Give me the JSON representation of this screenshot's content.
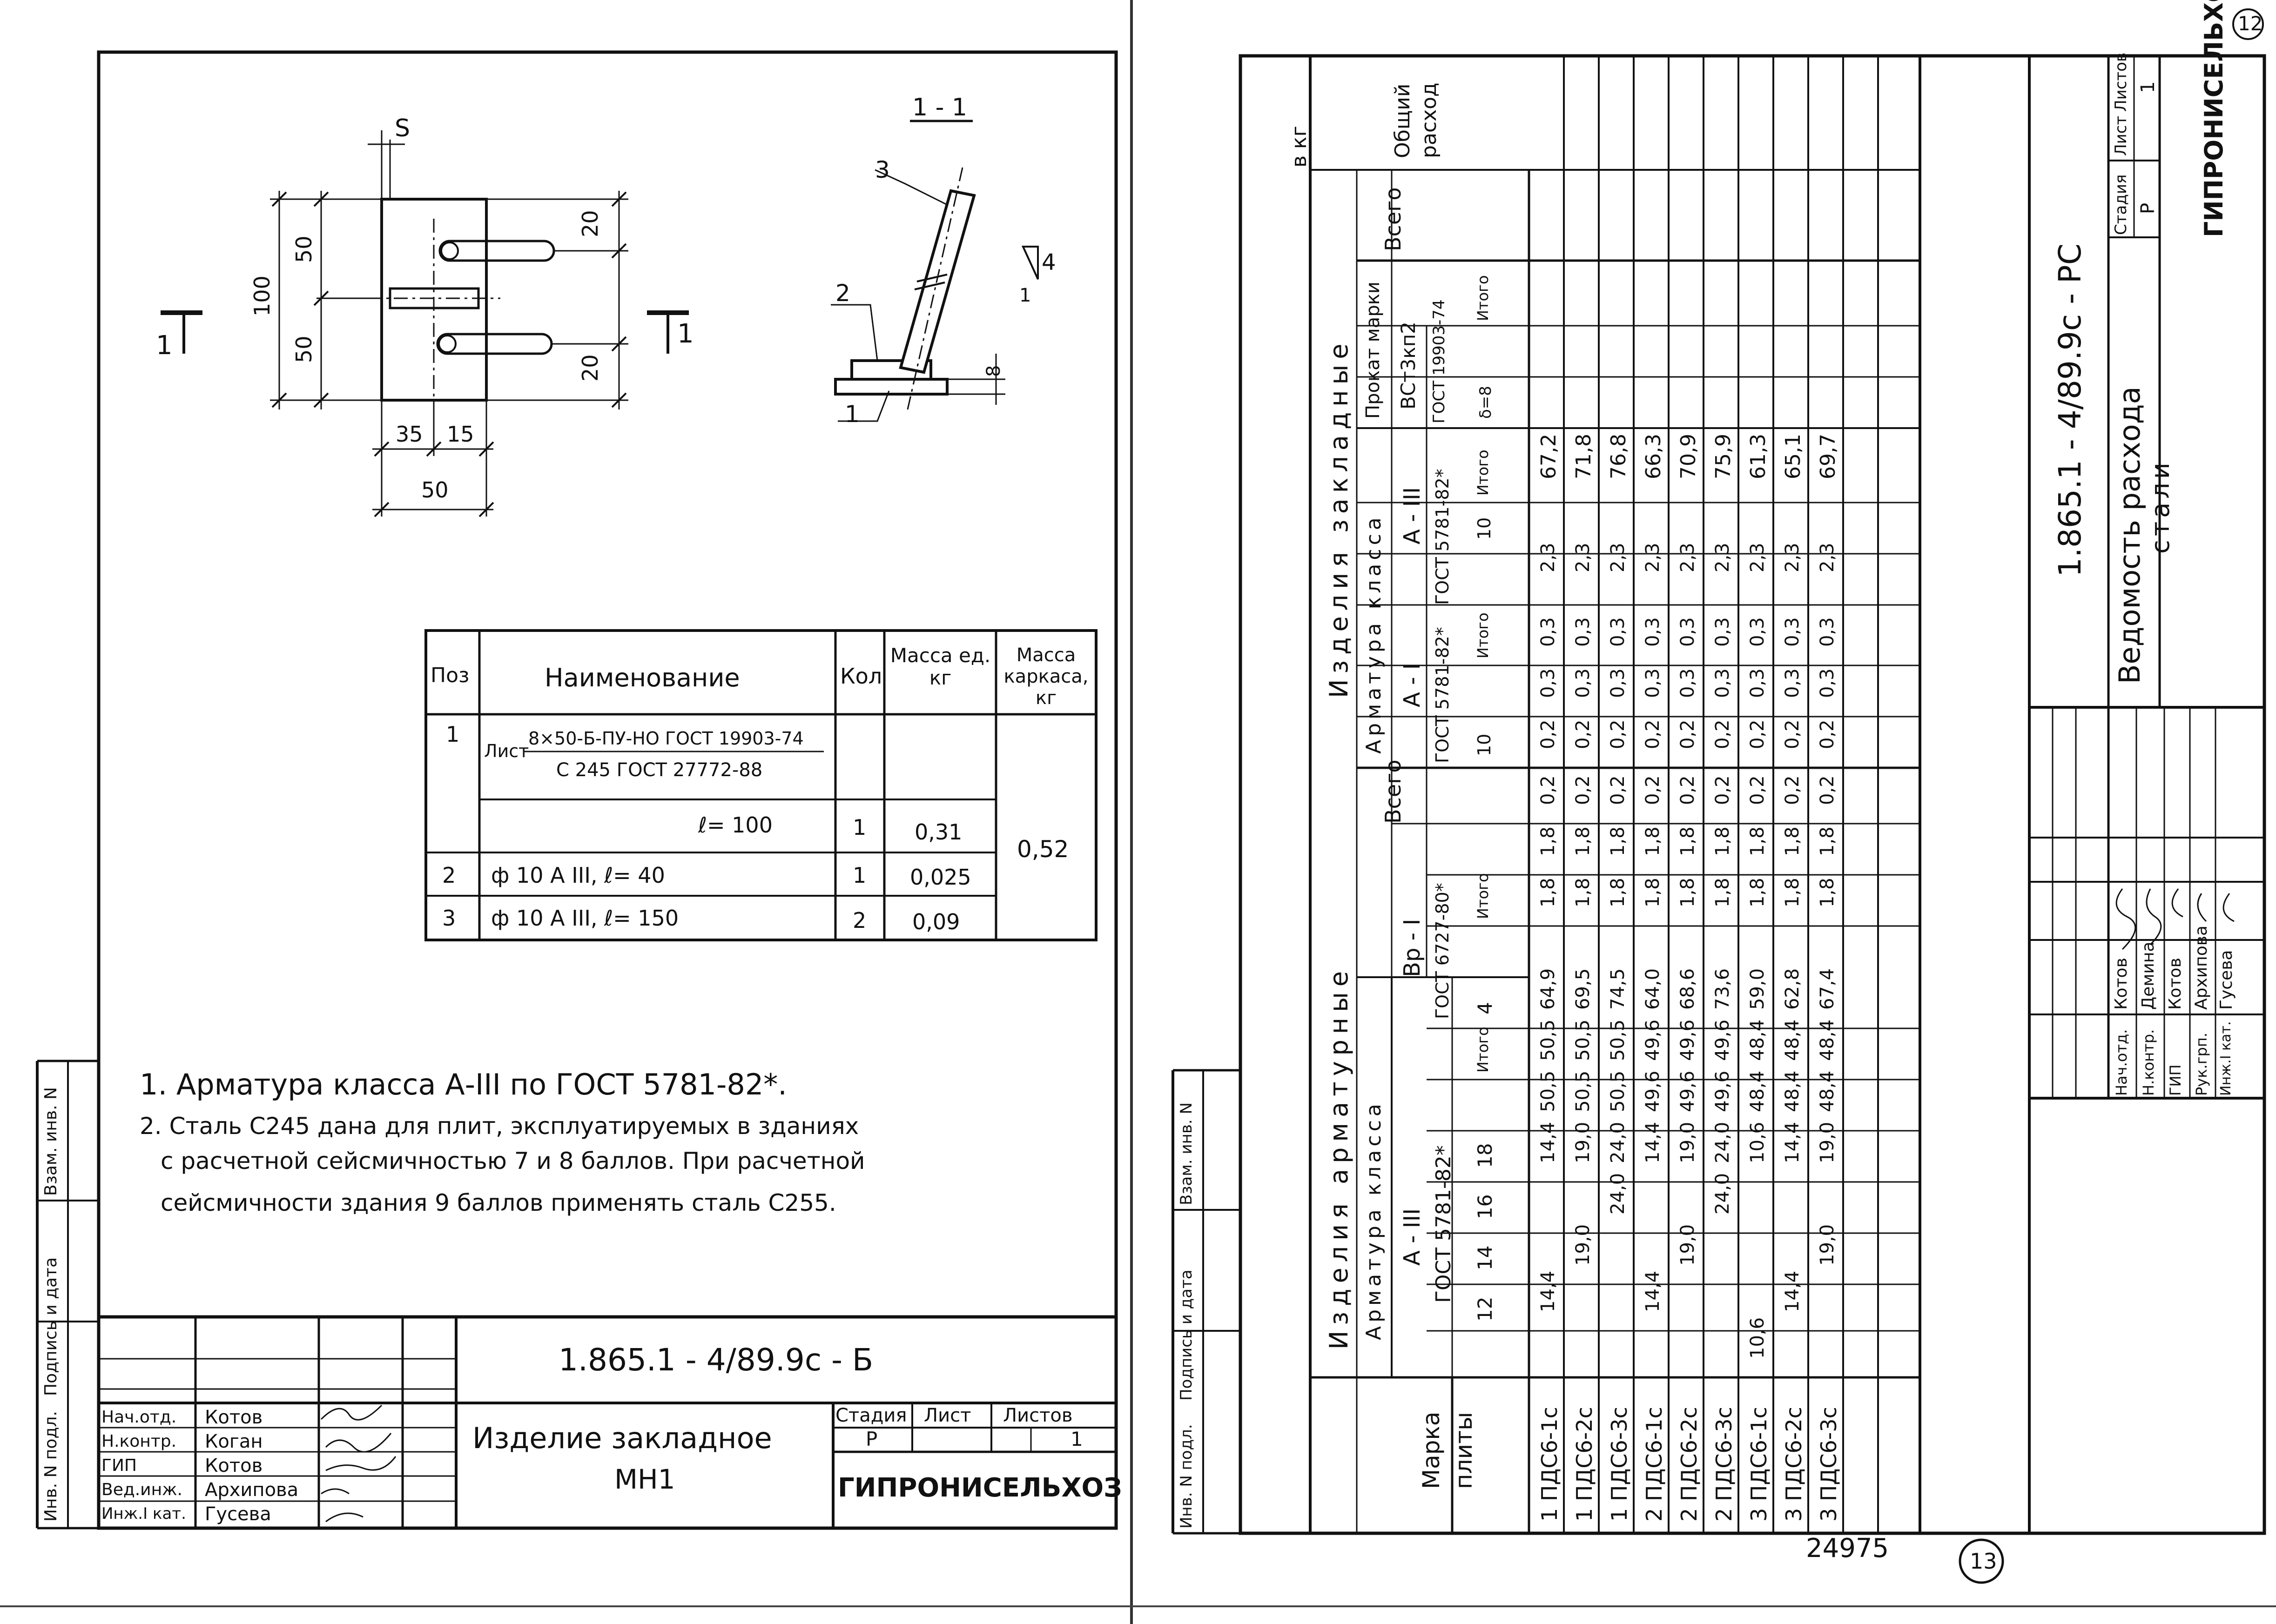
{
  "left_sheet": {
    "section_label": "1 - 1",
    "dims": {
      "s": "S",
      "d100": "100",
      "d50a": "50",
      "d50b": "50",
      "d20a": "20",
      "d20b": "20",
      "d35": "35",
      "d15": "15",
      "d50c": "50",
      "d8": "8",
      "slope": "4",
      "slope_base": "1"
    },
    "pos_labels": [
      "1",
      "2",
      "3"
    ],
    "cut_marks": [
      "1",
      "1"
    ],
    "spec_table": {
      "headers": [
        "Поз",
        "Наименование",
        "Кол",
        "Масса ед. кг",
        "Масса каркаса, кг"
      ],
      "row1": {
        "pos": "1",
        "prefix": "Лист",
        "numerator": "8×50-Б-ПУ-НО ГОСТ 19903-74",
        "denominator": "С 245 ГОСТ 27772-88"
      },
      "row1b": {
        "name": "ℓ= 100",
        "qty": "1",
        "mass": "0,31"
      },
      "row2": {
        "pos": "2",
        "name": "ф 10 А III, ℓ= 40",
        "qty": "1",
        "mass": "0,025"
      },
      "row3": {
        "pos": "3",
        "name": "ф 10 А III, ℓ= 150",
        "qty": "2",
        "mass": "0,09"
      },
      "frame_mass": "0,52"
    },
    "notes": [
      "1. Арматура класса А-III по ГОСТ 5781-82*.",
      "2. Сталь С245 дана для плит, эксплуатируемых в зданиях",
      "с расчетной сейсмичностью 7 и 8 баллов. При расчетной",
      "сейсмичности здания 9 баллов применять сталь С255."
    ],
    "side_labels": [
      "Инв. N подл.",
      "Подпись и дата",
      "Взам. инв. N"
    ],
    "title_block": {
      "code": "1.865.1 - 4/89.9с - Б",
      "name_line1": "Изделие закладное",
      "name_line2": "МН1",
      "stage_hdr": "Стадия",
      "sheet_hdr": "Лист",
      "sheets_hdr": "Листов",
      "stage": "Р",
      "sheet": "",
      "sheets": "1",
      "org": "ГИПРОНИСЕЛЬХОЗ",
      "people": [
        {
          "role": "Нач.отд.",
          "name": "Котов"
        },
        {
          "role": "Н.контр.",
          "name": "Коган"
        },
        {
          "role": "ГИП",
          "name": "Котов"
        },
        {
          "role": "Вед.инж.",
          "name": "Архипова"
        },
        {
          "role": "Инж.I кат.",
          "name": "Гусева"
        }
      ]
    },
    "archive_number": "24975"
  },
  "right_sheet": {
    "unit": "в кг",
    "page_top": "12",
    "page_bottom": "13",
    "headers": {
      "mark": "Марка плиты",
      "group1": "Изделия арматурные",
      "group2": "Изделия закладные",
      "rebar_class": "Арматура класса",
      "a3": "А - III",
      "a3_gost": "ГОСТ 5781-82*",
      "vr1": "Вр - I",
      "vr1_gost": "ГОСТ 6727-80*",
      "a1": "А - I",
      "a1_gost": "ГОСТ 5781-82*",
      "a3b": "А - III",
      "a3b_gost": "ГОСТ 5781-82*",
      "steel": "Прокат марки",
      "steel_grade": "ВСт3кп2",
      "steel_gost": "ГОСТ 19903-74",
      "total": "Всего",
      "grand_total": "Общий расход",
      "itogo": "Итого",
      "d12": "12",
      "d14": "14",
      "d16": "16",
      "d18": "18",
      "d4": "4",
      "d10": "10",
      "d10b": "10",
      "d8": "δ=8"
    },
    "rows": [
      {
        "mark": "1 ПДС6-1с",
        "c12": "",
        "c14": "14,4",
        "c16": "",
        "c18": "",
        "it1": "14,4",
        "c4": "50,5",
        "it2": "50,5",
        "tot1": "64,9",
        "a1": "1,8",
        "it3": "1,8",
        "a3b": "0,2",
        "it4": "0,2",
        "s8": "0,3",
        "it5": "0,3",
        "tot2": "2,3",
        "grand": "67,2"
      },
      {
        "mark": "1 ПДС6-2с",
        "c12": "",
        "c14": "",
        "c16": "19,0",
        "c18": "",
        "it1": "19,0",
        "c4": "50,5",
        "it2": "50,5",
        "tot1": "69,5",
        "a1": "1,8",
        "it3": "1,8",
        "a3b": "0,2",
        "it4": "0,2",
        "s8": "0,3",
        "it5": "0,3",
        "tot2": "2,3",
        "grand": "71,8"
      },
      {
        "mark": "1 ПДС6-3с",
        "c12": "",
        "c14": "",
        "c16": "",
        "c18": "24,0",
        "it1": "24,0",
        "c4": "50,5",
        "it2": "50,5",
        "tot1": "74,5",
        "a1": "1,8",
        "it3": "1,8",
        "a3b": "0,2",
        "it4": "0,2",
        "s8": "0,3",
        "it5": "0,3",
        "tot2": "2,3",
        "grand": "76,8"
      },
      {
        "mark": "2 ПДС6-1с",
        "c12": "",
        "c14": "14,4",
        "c16": "",
        "c18": "",
        "it1": "14,4",
        "c4": "49,6",
        "it2": "49,6",
        "tot1": "64,0",
        "a1": "1,8",
        "it3": "1,8",
        "a3b": "0,2",
        "it4": "0,2",
        "s8": "0,3",
        "it5": "0,3",
        "tot2": "2,3",
        "grand": "66,3"
      },
      {
        "mark": "2 ПДС6-2с",
        "c12": "",
        "c14": "",
        "c16": "19,0",
        "c18": "",
        "it1": "19,0",
        "c4": "49,6",
        "it2": "49,6",
        "tot1": "68,6",
        "a1": "1,8",
        "it3": "1,8",
        "a3b": "0,2",
        "it4": "0,2",
        "s8": "0,3",
        "it5": "0,3",
        "tot2": "2,3",
        "grand": "70,9"
      },
      {
        "mark": "2 ПДС6-3с",
        "c12": "",
        "c14": "",
        "c16": "",
        "c18": "24,0",
        "it1": "24,0",
        "c4": "49,6",
        "it2": "49,6",
        "tot1": "73,6",
        "a1": "1,8",
        "it3": "1,8",
        "a3b": "0,2",
        "it4": "0,2",
        "s8": "0,3",
        "it5": "0,3",
        "tot2": "2,3",
        "grand": "75,9"
      },
      {
        "mark": "3 ПДС6-1с",
        "c12": "10,6",
        "c14": "",
        "c16": "",
        "c18": "",
        "it1": "10,6",
        "c4": "48,4",
        "it2": "48,4",
        "tot1": "59,0",
        "a1": "1,8",
        "it3": "1,8",
        "a3b": "0,2",
        "it4": "0,2",
        "s8": "0,3",
        "it5": "0,3",
        "tot2": "2,3",
        "grand": "61,3"
      },
      {
        "mark": "3 ПДС6-2с",
        "c12": "",
        "c14": "14,4",
        "c16": "",
        "c18": "",
        "it1": "14,4",
        "c4": "48,4",
        "it2": "48,4",
        "tot1": "62,8",
        "a1": "1,8",
        "it3": "1,8",
        "a3b": "0,2",
        "it4": "0,2",
        "s8": "0,3",
        "it5": "0,3",
        "tot2": "2,3",
        "grand": "65,1"
      },
      {
        "mark": "3 ПДС6-3с",
        "c12": "",
        "c14": "",
        "c16": "19,0",
        "c18": "",
        "it1": "19,0",
        "c4": "48,4",
        "it2": "48,4",
        "tot1": "67,4",
        "a1": "1,8",
        "it3": "1,8",
        "a3b": "0,2",
        "it4": "0,2",
        "s8": "0,3",
        "it5": "0,3",
        "tot2": "2,3",
        "grand": "69,7"
      }
    ],
    "side_labels": [
      "Инв. N подл.",
      "Подпись и дата",
      "Взам. инв. N"
    ],
    "title_block": {
      "code": "1.865.1 - 4/89.9с - РС",
      "name_line1": "Ведомость расхода",
      "name_line2": "стали",
      "stage_hdr": "Стадия",
      "sheet_hdr": "Лист",
      "sheets_hdr": "Листов",
      "stage": "Р",
      "sheet": "",
      "sheets": "1",
      "org": "ГИПРОНИСЕЛЬХОЗ",
      "people": [
        {
          "role": "Нач.отд.",
          "name": "Котов"
        },
        {
          "role": "Н.контр.",
          "name": "Демина"
        },
        {
          "role": "ГИП",
          "name": "Котов"
        },
        {
          "role": "Рук.грп.",
          "name": "Архипова"
        },
        {
          "role": "Инж.I кат.",
          "name": "Гусева"
        }
      ]
    }
  }
}
